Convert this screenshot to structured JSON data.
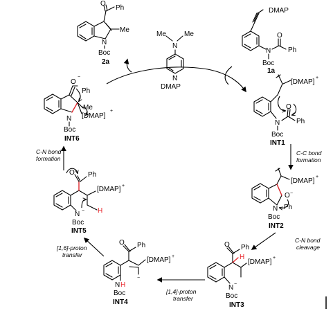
{
  "compounds": {
    "p2a": {
      "label": "2a",
      "ph": "Ph",
      "me": "Me",
      "n": "N",
      "boc": "Boc"
    },
    "dmap": {
      "label": "DMAP",
      "me1": "Me",
      "me2": "Me",
      "n_top": "N",
      "n_ring": "N"
    },
    "s1a": {
      "label": "1a",
      "dmap": "DMAP",
      "n": "N",
      "ph": "Ph",
      "boc": "Boc",
      "o": "O"
    },
    "int1": {
      "label": "INT1",
      "dmap": "[DMAP]",
      "plus": "+",
      "n": "N",
      "ph": "Ph",
      "boc": "Boc",
      "o": "O"
    },
    "int2": {
      "label": "INT2",
      "dmap": "[DMAP]",
      "plus": "+",
      "n": "N",
      "ph": "Ph",
      "boc": "Boc",
      "o": "O",
      "minus": "−"
    },
    "int3": {
      "label": "INT3",
      "dmap": "[DMAP]",
      "plus": "+",
      "n": "N",
      "ph": "Ph",
      "boc": "Boc",
      "o": "O",
      "h": "H",
      "minus": "−"
    },
    "int4": {
      "label": "INT4",
      "dmap": "[DMAP]",
      "plus": "+",
      "nh": "N",
      "h": "H",
      "ph": "Ph",
      "boc": "Boc",
      "o": "O",
      "minus": "−"
    },
    "int5": {
      "label": "INT5",
      "dmap": "[DMAP]",
      "plus": "+",
      "n": "N",
      "ph": "Ph",
      "boc": "Boc",
      "o": "O",
      "h": "H",
      "minus": "−"
    },
    "int6": {
      "label": "INT6",
      "dmap": "[DMAP]",
      "plus": "+",
      "n": "N",
      "ph": "Ph",
      "boc": "Boc",
      "o": "O",
      "me": "Me",
      "minus": "−"
    }
  },
  "steps": {
    "cc_bond": {
      "line1": "C-C bond",
      "line2": "formation"
    },
    "cn_cleave": {
      "line1": "C-N bond",
      "line2": "cleavage"
    },
    "proton14": {
      "line1": "[1,4]-proton",
      "line2": "transfer"
    },
    "proton16": {
      "line1": "[1,6]-proton",
      "line2": "transfer"
    },
    "cn_form": {
      "line1": "C-N bond",
      "line2": "formation"
    }
  },
  "colors": {
    "highlight": "#e8262b",
    "ink": "#000000"
  }
}
